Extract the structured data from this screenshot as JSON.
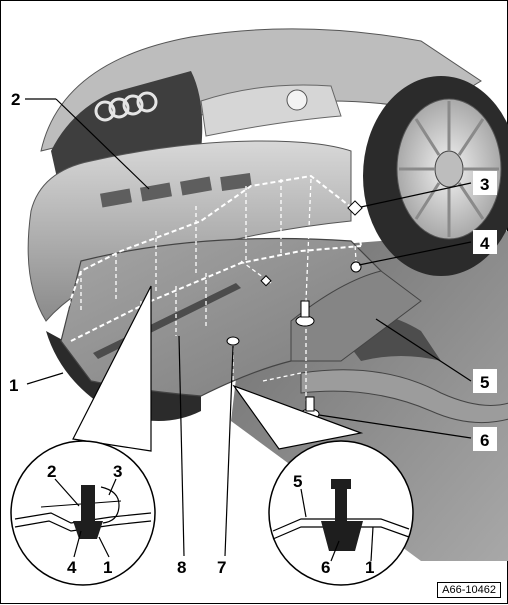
{
  "figure_id": "A66-10462",
  "callouts": {
    "c1": "1",
    "c2": "2",
    "c3": "3",
    "c4": "4",
    "c5": "5",
    "c6": "6",
    "c7": "7",
    "c8": "8",
    "detail_left": {
      "a": "2",
      "b": "3",
      "c": "4",
      "d": "1"
    },
    "detail_right": {
      "a": "5",
      "b": "6",
      "c": "1"
    }
  },
  "colors": {
    "panel": "#8f8f8f",
    "body_light": "#c9c9c9",
    "body_dark": "#5a5a5a",
    "tyre": "#2b2b2b",
    "rim": "#d6d6d6"
  }
}
